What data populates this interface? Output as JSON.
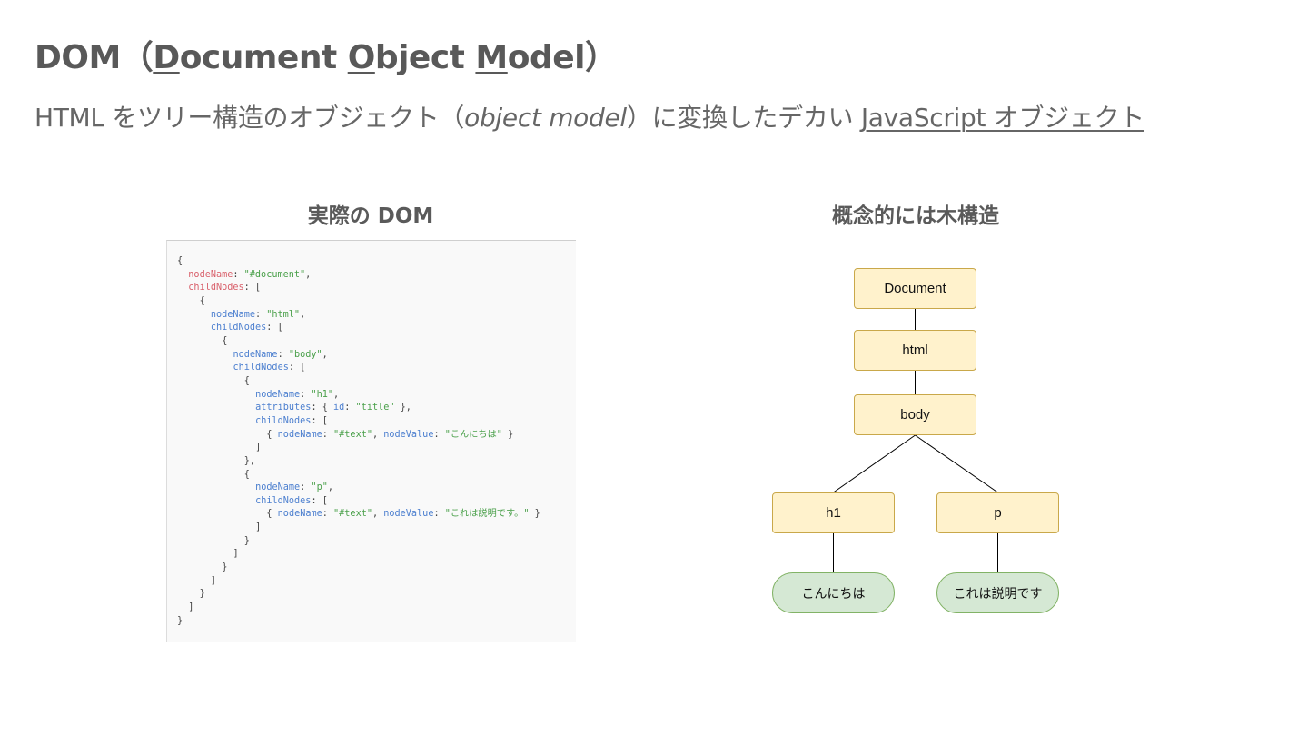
{
  "slide": {
    "title": {
      "prefix": "DOM（",
      "d_letter": "D",
      "d_rest": "ocument ",
      "o_letter": "O",
      "o_rest": "bject ",
      "m_letter": "M",
      "m_rest": "odel",
      "suffix": "）"
    },
    "subtitle": {
      "part1": "HTML をツリー構造のオブジェクト（",
      "italic": "object model",
      "part2": "）に変換したデカい ",
      "link": "JavaScript オブジェクト"
    }
  },
  "left_panel": {
    "heading": "実際の DOM",
    "code": [
      {
        "indent": 0,
        "tokens": [
          {
            "t": "{",
            "c": "p"
          }
        ]
      },
      {
        "indent": 1,
        "tokens": [
          {
            "t": "nodeName",
            "c": "kr"
          },
          {
            "t": ": ",
            "c": "p"
          },
          {
            "t": "\"#document\"",
            "c": "s"
          },
          {
            "t": ",",
            "c": "p"
          }
        ]
      },
      {
        "indent": 1,
        "tokens": [
          {
            "t": "childNodes",
            "c": "kr"
          },
          {
            "t": ": [",
            "c": "p"
          }
        ]
      },
      {
        "indent": 2,
        "tokens": [
          {
            "t": "{",
            "c": "p"
          }
        ]
      },
      {
        "indent": 3,
        "tokens": [
          {
            "t": "nodeName",
            "c": "kb"
          },
          {
            "t": ": ",
            "c": "p"
          },
          {
            "t": "\"html\"",
            "c": "s"
          },
          {
            "t": ",",
            "c": "p"
          }
        ]
      },
      {
        "indent": 3,
        "tokens": [
          {
            "t": "childNodes",
            "c": "kb"
          },
          {
            "t": ": [",
            "c": "p"
          }
        ]
      },
      {
        "indent": 4,
        "tokens": [
          {
            "t": "{",
            "c": "p"
          }
        ]
      },
      {
        "indent": 5,
        "tokens": [
          {
            "t": "nodeName",
            "c": "kb"
          },
          {
            "t": ": ",
            "c": "p"
          },
          {
            "t": "\"body\"",
            "c": "s"
          },
          {
            "t": ",",
            "c": "p"
          }
        ]
      },
      {
        "indent": 5,
        "tokens": [
          {
            "t": "childNodes",
            "c": "kb"
          },
          {
            "t": ": [",
            "c": "p"
          }
        ]
      },
      {
        "indent": 6,
        "tokens": [
          {
            "t": "{",
            "c": "p"
          }
        ]
      },
      {
        "indent": 7,
        "tokens": [
          {
            "t": "nodeName",
            "c": "kb"
          },
          {
            "t": ": ",
            "c": "p"
          },
          {
            "t": "\"h1\"",
            "c": "s"
          },
          {
            "t": ",",
            "c": "p"
          }
        ]
      },
      {
        "indent": 7,
        "tokens": [
          {
            "t": "attributes",
            "c": "kb"
          },
          {
            "t": ": { ",
            "c": "p"
          },
          {
            "t": "id",
            "c": "kb"
          },
          {
            "t": ": ",
            "c": "p"
          },
          {
            "t": "\"title\"",
            "c": "s"
          },
          {
            "t": " },",
            "c": "p"
          }
        ]
      },
      {
        "indent": 7,
        "tokens": [
          {
            "t": "childNodes",
            "c": "kb"
          },
          {
            "t": ": [",
            "c": "p"
          }
        ]
      },
      {
        "indent": 8,
        "tokens": [
          {
            "t": "{ ",
            "c": "p"
          },
          {
            "t": "nodeName",
            "c": "kb"
          },
          {
            "t": ": ",
            "c": "p"
          },
          {
            "t": "\"#text\"",
            "c": "s"
          },
          {
            "t": ", ",
            "c": "p"
          },
          {
            "t": "nodeValue",
            "c": "kb"
          },
          {
            "t": ": ",
            "c": "p"
          },
          {
            "t": "\"こんにちは\"",
            "c": "s"
          },
          {
            "t": " }",
            "c": "p"
          }
        ]
      },
      {
        "indent": 7,
        "tokens": [
          {
            "t": "]",
            "c": "p"
          }
        ]
      },
      {
        "indent": 6,
        "tokens": [
          {
            "t": "},",
            "c": "p"
          }
        ]
      },
      {
        "indent": 6,
        "tokens": [
          {
            "t": "{",
            "c": "p"
          }
        ]
      },
      {
        "indent": 7,
        "tokens": [
          {
            "t": "nodeName",
            "c": "kb"
          },
          {
            "t": ": ",
            "c": "p"
          },
          {
            "t": "\"p\"",
            "c": "s"
          },
          {
            "t": ",",
            "c": "p"
          }
        ]
      },
      {
        "indent": 7,
        "tokens": [
          {
            "t": "childNodes",
            "c": "kb"
          },
          {
            "t": ": [",
            "c": "p"
          }
        ]
      },
      {
        "indent": 8,
        "tokens": [
          {
            "t": "{ ",
            "c": "p"
          },
          {
            "t": "nodeName",
            "c": "kb"
          },
          {
            "t": ": ",
            "c": "p"
          },
          {
            "t": "\"#text\"",
            "c": "s"
          },
          {
            "t": ", ",
            "c": "p"
          },
          {
            "t": "nodeValue",
            "c": "kb"
          },
          {
            "t": ": ",
            "c": "p"
          },
          {
            "t": "\"これは説明です。\"",
            "c": "s"
          },
          {
            "t": " }",
            "c": "p"
          }
        ]
      },
      {
        "indent": 7,
        "tokens": [
          {
            "t": "]",
            "c": "p"
          }
        ]
      },
      {
        "indent": 6,
        "tokens": [
          {
            "t": "}",
            "c": "p"
          }
        ]
      },
      {
        "indent": 5,
        "tokens": [
          {
            "t": "]",
            "c": "p"
          }
        ]
      },
      {
        "indent": 4,
        "tokens": [
          {
            "t": "}",
            "c": "p"
          }
        ]
      },
      {
        "indent": 3,
        "tokens": [
          {
            "t": "]",
            "c": "p"
          }
        ]
      },
      {
        "indent": 2,
        "tokens": [
          {
            "t": "}",
            "c": "p"
          }
        ]
      },
      {
        "indent": 1,
        "tokens": [
          {
            "t": "]",
            "c": "p"
          }
        ]
      },
      {
        "indent": 0,
        "tokens": [
          {
            "t": "}",
            "c": "p"
          }
        ]
      }
    ]
  },
  "right_panel": {
    "heading": "概念的には木構造",
    "tree": {
      "nodes": [
        {
          "id": "document",
          "label": "Document",
          "kind": "element"
        },
        {
          "id": "html",
          "label": "html",
          "kind": "element"
        },
        {
          "id": "body",
          "label": "body",
          "kind": "element"
        },
        {
          "id": "h1",
          "label": "h1",
          "kind": "element"
        },
        {
          "id": "p",
          "label": "p",
          "kind": "element"
        },
        {
          "id": "text1",
          "label": "こんにちは",
          "kind": "text"
        },
        {
          "id": "text2",
          "label": "これは説明です",
          "kind": "text"
        }
      ],
      "edges": [
        [
          "document",
          "html"
        ],
        [
          "html",
          "body"
        ],
        [
          "body",
          "h1"
        ],
        [
          "body",
          "p"
        ],
        [
          "h1",
          "text1"
        ],
        [
          "p",
          "text2"
        ]
      ]
    }
  },
  "colors": {
    "element_fill": "#fff2cc",
    "element_stroke": "#c9a84a",
    "text_fill": "#d5e8d4",
    "text_stroke": "#82b366",
    "key_red": "#d9606b",
    "key_blue": "#4c7fcf",
    "string_green": "#4aa04a"
  }
}
